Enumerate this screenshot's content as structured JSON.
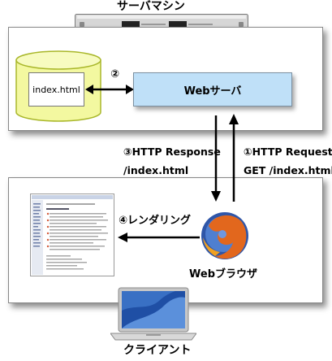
{
  "server": {
    "title": "サーバマシン",
    "file_label": "index.html",
    "step2": "②",
    "web_server_label": "Webサーバ"
  },
  "request": {
    "line1": "①HTTP Request",
    "line2": "GET /index.html"
  },
  "response": {
    "line1": "③HTTP Response",
    "line2": "/index.html"
  },
  "client": {
    "rendering_label": "④レンダリング",
    "browser_label": "Webブラウザ",
    "title": "クライアント"
  },
  "colors": {
    "disk_fill": "#f3f8a0",
    "disk_stroke": "#a9b72a",
    "web_server_fill": "#bfe0f8"
  },
  "icons": [
    "server-rack-icon",
    "database-disk-icon",
    "browser-globe-icon",
    "webpage-thumbnail-icon",
    "laptop-icon"
  ]
}
